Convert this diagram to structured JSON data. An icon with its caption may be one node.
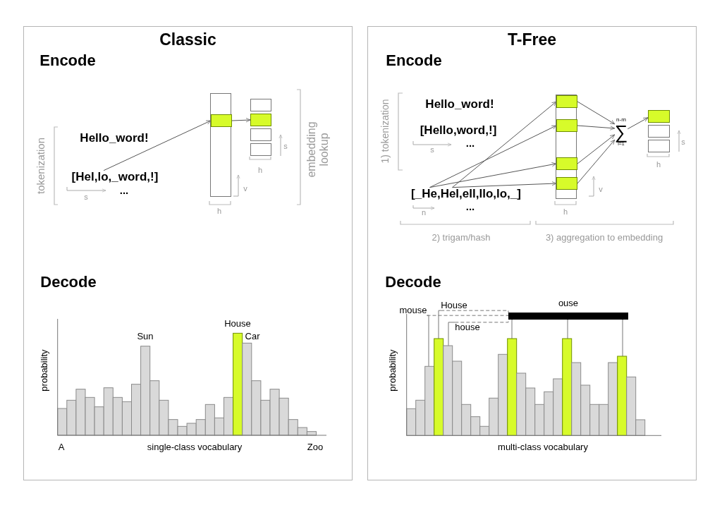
{
  "diagram": {
    "nodes": [
      {
        "text": [
          "Classic"
        ]
      },
      {
        "text": [
          "[Hel,lo,_word,!]"
        ],
        "in": 0
      },
      {
        "text": [],
        "shape": "box",
        "in": 0
      },
      {
        "text": [],
        "shape": "box",
        "in": 2
      },
      {
        "text": [],
        "shape": "box",
        "in": 0
      },
      {
        "text": [],
        "shape": "box",
        "in": 0
      },
      {
        "text": [],
        "shape": "box",
        "in": 0
      },
      {
        "text": [],
        "shape": "box",
        "in": 0
      },
      {
        "text": [
          "T-Free"
        ]
      },
      {
        "text": [
          "[_He,Hel,ell,llo,lo,_]"
        ],
        "in": 8
      },
      {
        "text": [],
        "shape": "box",
        "in": 8
      },
      {
        "text": [],
        "shape": "box",
        "in": 10
      },
      {
        "text": [],
        "shape": "box",
        "in": 10
      },
      {
        "text": [],
        "shape": "box",
        "in": 10
      },
      {
        "text": [],
        "shape": "box",
        "in": 10
      },
      {
        "text": [
          "n-m",
          "∑",
          "i=1"
        ],
        "in": 8
      },
      {
        "text": [],
        "shape": "box",
        "in": 8
      },
      {
        "text": [],
        "shape": "box",
        "in": 8
      },
      {
        "text": [],
        "shape": "box",
        "in": 8
      },
      {
        "text": [
          "mouse"
        ],
        "in": 8
      },
      {
        "text": [
          "House"
        ],
        "in": 8
      },
      {
        "text": [
          "house"
        ],
        "in": 8
      },
      {
        "text": [
          "ouse"
        ],
        "in": 8
      }
    ],
    "edges": [
      {
        "from": 1,
        "to": 3,
        "arrow": "to"
      },
      {
        "from": 3,
        "to": 5,
        "arrow": "to"
      },
      {
        "from": 9,
        "to": 11,
        "arrow": "to"
      },
      {
        "from": 9,
        "to": 12,
        "arrow": "to"
      },
      {
        "from": 9,
        "to": 13,
        "arrow": "to"
      },
      {
        "from": 9,
        "to": 14,
        "arrow": "to"
      },
      {
        "from": 11,
        "to": 15,
        "arrow": "to"
      },
      {
        "from": 12,
        "to": 15,
        "arrow": "to"
      },
      {
        "from": 13,
        "to": 15,
        "arrow": "to"
      },
      {
        "from": 14,
        "to": 15,
        "arrow": "to"
      },
      {
        "from": 15,
        "to": 16,
        "arrow": "to"
      },
      {
        "from": 19,
        "to": null,
        "arrow": "none"
      },
      {
        "from": 20,
        "to": null,
        "arrow": "none"
      },
      {
        "from": 21,
        "to": null,
        "arrow": "none"
      },
      {
        "from": 19,
        "to": 22,
        "arrow": "none",
        "style": "dashed"
      },
      {
        "from": 20,
        "to": 22,
        "arrow": "none",
        "style": "dashed"
      },
      {
        "from": 21,
        "to": 22,
        "arrow": "none",
        "style": "dashed"
      },
      {
        "from": 22,
        "to": null,
        "arrow": "none"
      },
      {
        "from": 22,
        "to": null,
        "arrow": "none"
      },
      {
        "from": 22,
        "to": null,
        "arrow": "none"
      }
    ],
    "labels": [
      "Encode",
      "Hello_word!",
      "...",
      "tokenization",
      "s",
      "h",
      "v",
      "h",
      "s",
      "embedding lookup",
      "Decode",
      "Sun",
      "House",
      "Car",
      "probability",
      "A",
      "single-class vocabulary",
      "Zoo",
      "Encode",
      "1) tokenization",
      "Hello_word!",
      "[Hello,word,!]",
      "s",
      "...",
      "n",
      "...",
      "h",
      "v",
      "h",
      "s",
      "2) trigam/hash",
      "3) aggregation to embedding",
      "Decode",
      "probability",
      "multi-class vocabulary"
    ]
  }
}
